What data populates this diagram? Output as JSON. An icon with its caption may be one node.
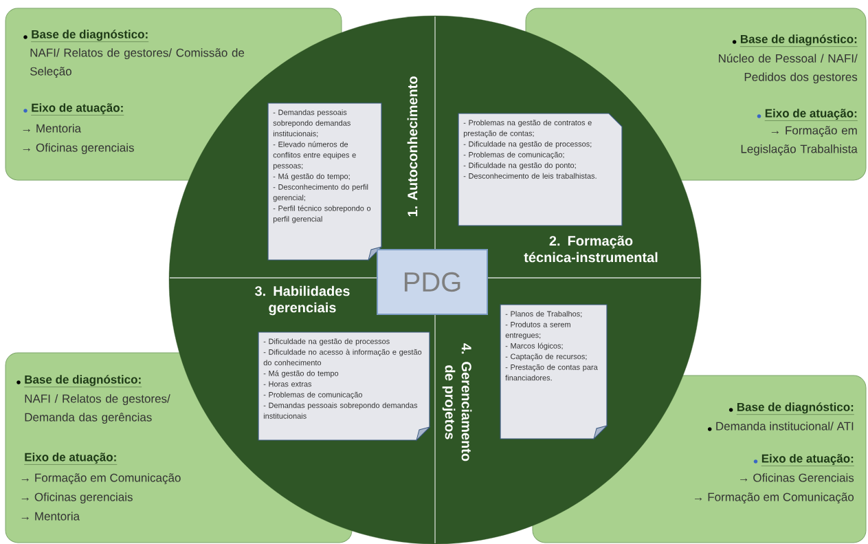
{
  "diagram": {
    "nodes": [
      {
        "text": [
          "Base de diagnóstico:",
          "NAFI/ Relatos de gestores/ Comissão de Seleção",
          "Eixo de atuação:",
          "→ Mentoria",
          "→ Oficinas gerenciais"
        ]
      },
      {
        "text": [
          "Base de diagnóstico:",
          "Núcleo de Pessoal / NAFI/ Pedidos dos gestores",
          "Eixo de atuação:",
          "→ Formação em Legislação Trabalhista"
        ]
      },
      {
        "text": [
          "Base de diagnóstico:",
          "NAFI / Relatos de gestores/ Demanda das gerências",
          "Eixo de atuação:",
          "→ Formação em Comunicação",
          "→ Oficinas gerenciais",
          "→ Mentoria"
        ]
      },
      {
        "text": [
          "Base de diagnóstico:",
          "Demanda institucional/ ATI",
          "Eixo de atuação:",
          "→ Oficinas Gerenciais",
          "→ Formação em Comunicação"
        ]
      },
      {
        "text": [
          "1. Autoconhecimento",
          "2. Formação técnica-instrumental",
          "3. Habilidades gerenciais",
          "4. Gerenciamento de projetos"
        ]
      },
      {
        "text": [
          "- Demandas pessoais sobrepondo demandas institucionais;",
          "- Elevado números de conflitos entre equipes e pessoas;",
          "- Má gestão do tempo;",
          "- Desconhecimento do perfil gerencial;",
          "- Perfil técnico sobrepondo o perfil gerencial"
        ],
        "in": 4
      },
      {
        "text": [
          "- Problemas na gestão de contratos e prestação de contas;",
          "- Dificuldade na gestão de processos;",
          "- Problemas de comunicação;",
          "- Dificuldade na gestão do ponto;",
          "- Desconhecimento de leis trabalhistas."
        ],
        "in": 4
      },
      {
        "text": [
          "PDG"
        ],
        "in": 4
      },
      {
        "text": [
          "- Dificuldade na gestão de processos",
          "- Dificuldade no acesso à informação e gestão do conhecimento",
          "- Má gestão do tempo",
          "- Horas extras",
          "- Problemas de comunicação",
          "- Demandas pessoais sobrepondo demandas institucionais"
        ],
        "in": 4
      },
      {
        "text": [
          "- Planos de Trabalhos;",
          "- Produtos a serem entregues;",
          "- Marcos lógicos;",
          "- Captação de recursos;",
          "- Prestação de contas para financiadores."
        ],
        "in": 4
      }
    ]
  }
}
